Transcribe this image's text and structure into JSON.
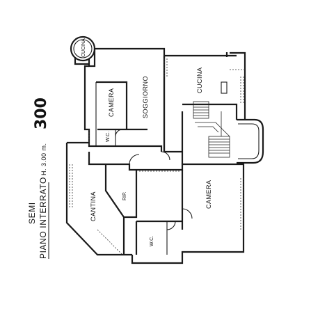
{
  "title": {
    "line1": "SEMI",
    "line2": "PIANO INTERRATO",
    "height": "H. 3.00 m.",
    "number": "300"
  },
  "rooms": {
    "cucina_small": "CUCINA",
    "soggiorno": "SOGGIORNO",
    "cucina": "CUCINA",
    "camera_top": "CAMERA",
    "wc_top": "W.C.",
    "cantina": "CANTINA",
    "rip": "RIP.",
    "camera_bottom": "CAMERA",
    "wc_bottom": "W.C."
  }
}
